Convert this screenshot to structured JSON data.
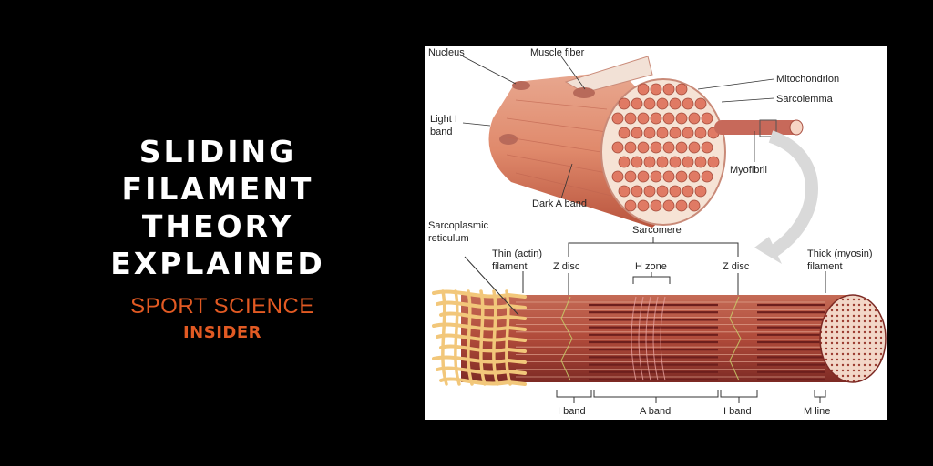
{
  "title": {
    "lines": [
      "SLIDING",
      "FILAMENT",
      "THEORY",
      "EXPLAINED"
    ]
  },
  "brand": {
    "line1": "SPORT SCIENCE",
    "line2": "INSIDER",
    "color": "#e25a23"
  },
  "diagram": {
    "labels": {
      "nucleus": "Nucleus",
      "muscle_fiber": "Muscle fiber",
      "mitochondrion": "Mitochondrion",
      "sarcolemma": "Sarcolemma",
      "light_band_1": "Light I",
      "light_band_2": "band",
      "dark_band": "Dark A band",
      "myofibril": "Myofibril",
      "sr_1": "Sarcoplasmic",
      "sr_2": "reticulum",
      "thin_1": "Thin (actin)",
      "thin_2": "filament",
      "sarcomere": "Sarcomere",
      "z_disc_left": "Z disc",
      "h_zone": "H zone",
      "z_disc_right": "Z disc",
      "thick_1": "Thick (myosin)",
      "thick_2": "filament",
      "i_band_left": "I band",
      "a_band": "A band",
      "i_band_right": "I band",
      "m_line": "M line"
    },
    "colors": {
      "muscle": "#e39a80",
      "muscle_dark": "#b8553e",
      "reticulum": "#f2c77a",
      "filament": "#8a2d2b"
    }
  }
}
